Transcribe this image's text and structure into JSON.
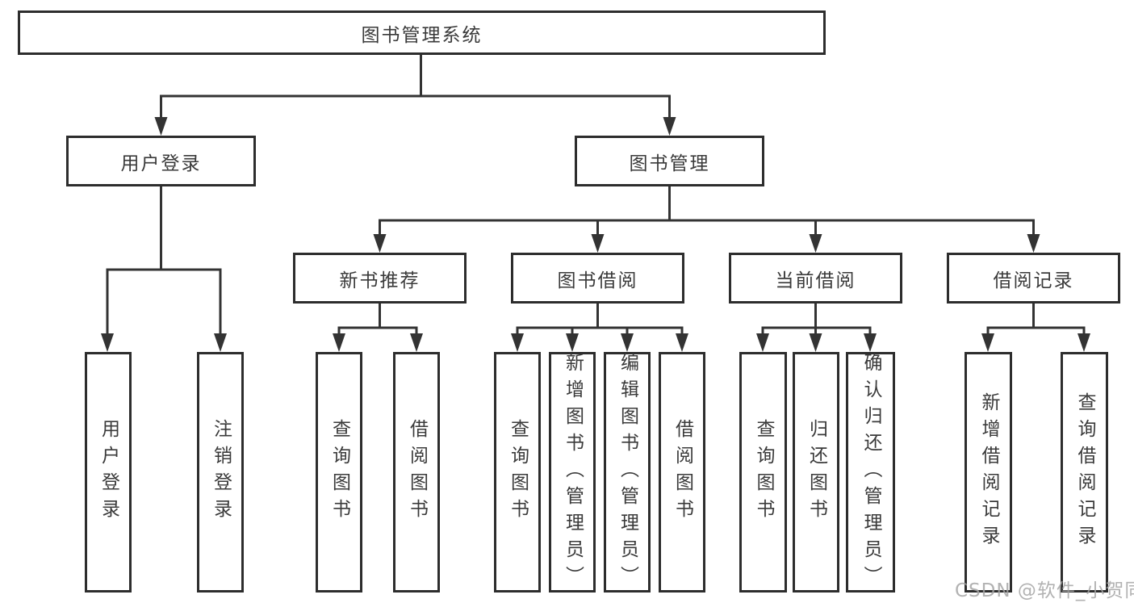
{
  "nodes": {
    "root": "图书管理系统",
    "user_login": "用户登录",
    "book_management": "图书管理",
    "new_book_recommend": "新书推荐",
    "book_borrow": "图书借阅",
    "current_borrow": "当前借阅",
    "borrow_records": "借阅记录",
    "leaf_user_login": "用户登录",
    "leaf_logout": "注销登录",
    "leaf_query_books_1": "查询图书",
    "leaf_borrow_books_1": "借阅图书",
    "leaf_query_books_2": "查询图书",
    "leaf_add_book_admin": "新增图书（管理员）",
    "leaf_edit_book_admin": "编辑图书（管理员）",
    "leaf_borrow_books_2": "借阅图书",
    "leaf_query_books_3": "查询图书",
    "leaf_return_books": "归还图书",
    "leaf_confirm_return_admin": "确认归还（管理员）",
    "leaf_add_borrow_record": "新增借阅记录",
    "leaf_query_borrow_record": "查询借阅记录"
  },
  "watermark": "CSDN @软件_小贺同学",
  "colors": {
    "line": "#333333",
    "text": "#3a3a3a",
    "watermark": "#a4a4a4",
    "background": "#ffffff"
  }
}
